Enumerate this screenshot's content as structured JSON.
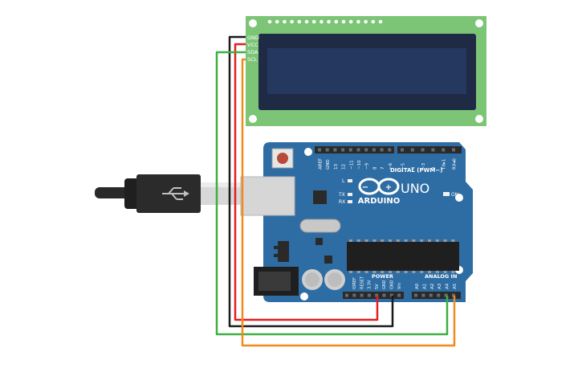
{
  "lcd": {
    "pins": [
      "GND",
      "VCC",
      "SDA",
      "SCL"
    ]
  },
  "arduino": {
    "brand": "ARDUINO",
    "model": "UNO",
    "digital_label": "DIGITAL (PWM~)",
    "digital_pins": [
      "AREF",
      "GND",
      "13",
      "12",
      "~11",
      "~10",
      "~9",
      "8",
      "7",
      "~6",
      "~5",
      "4",
      "~3",
      "2",
      "TX▸1",
      "RX◂0"
    ],
    "led_labels": {
      "l": "L",
      "tx": "TX",
      "rx": "RX",
      "on": "ON"
    },
    "power_label": "POWER",
    "power_pins": [
      "IOREF",
      "RESET",
      "3.3V",
      "5V",
      "GND",
      "GND",
      "Vin"
    ],
    "analog_label": "ANALOG IN",
    "analog_pins": [
      "A0",
      "A1",
      "A2",
      "A3",
      "A4",
      "A5"
    ]
  },
  "wires": [
    {
      "name": "gnd-wire",
      "color": "#1a1a1a"
    },
    {
      "name": "vcc-wire",
      "color": "#e02020"
    },
    {
      "name": "sda-wire",
      "color": "#3cb043"
    },
    {
      "name": "scl-wire",
      "color": "#f08a1c"
    }
  ],
  "colors": {
    "board": "#2e6da4",
    "lcd_pcb": "#7cc576",
    "lcd_screen": "#25385f",
    "header": "#2a2a2a"
  }
}
